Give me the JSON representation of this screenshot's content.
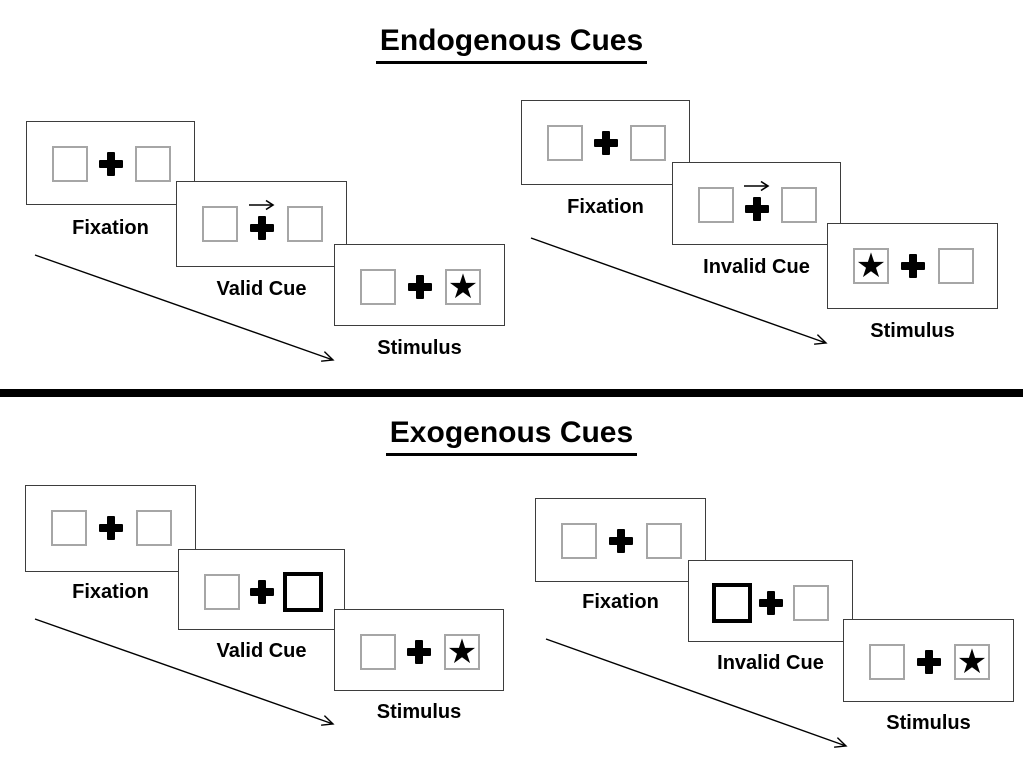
{
  "sections": [
    {
      "title": "Endogenous Cues",
      "groups": [
        {
          "name": "valid-trial",
          "panels": [
            {
              "label": "Fixation"
            },
            {
              "label": "Valid Cue"
            },
            {
              "label": "Stimulus"
            }
          ]
        },
        {
          "name": "invalid-trial",
          "panels": [
            {
              "label": "Fixation"
            },
            {
              "label": "Invalid Cue"
            },
            {
              "label": "Stimulus"
            }
          ]
        }
      ]
    },
    {
      "title": "Exogenous Cues",
      "groups": [
        {
          "name": "valid-trial",
          "panels": [
            {
              "label": "Fixation"
            },
            {
              "label": "Valid Cue"
            },
            {
              "label": "Stimulus"
            }
          ]
        },
        {
          "name": "invalid-trial",
          "panels": [
            {
              "label": "Fixation"
            },
            {
              "label": "Invalid Cue"
            },
            {
              "label": "Stimulus"
            }
          ]
        }
      ]
    }
  ],
  "icons": {
    "star": "★",
    "fixation_cross": "plus-cross",
    "endogenous_cue": "right-arrow",
    "exogenous_cue": "bold-box",
    "timeline": "diagonal-arrow"
  },
  "colors": {
    "background": "#ffffff",
    "ink": "#000000",
    "panel_border": "#3d3d3d",
    "box_border": "#a6a6a6",
    "divider": "#000000"
  }
}
